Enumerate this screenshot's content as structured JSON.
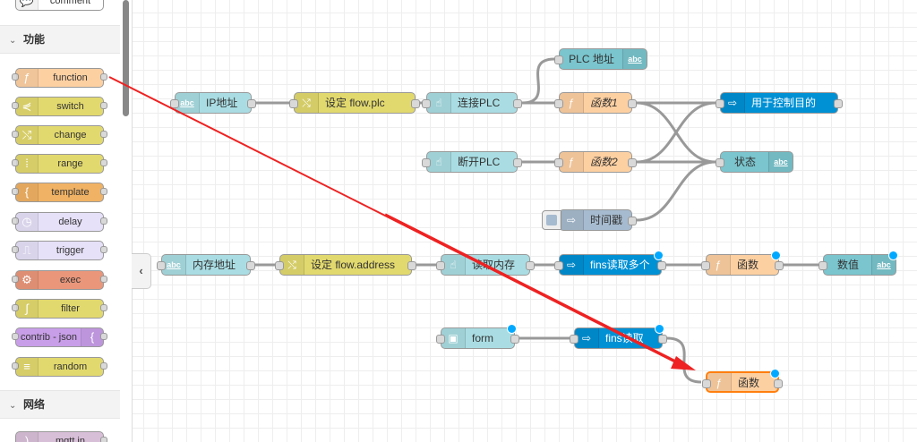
{
  "palette": {
    "top_partial_node": {
      "label": "comment",
      "color": "#ffffff"
    },
    "categories": [
      {
        "label": "功能",
        "expanded": true
      },
      {
        "label": "网络",
        "expanded": true
      }
    ],
    "nodes": [
      {
        "label": "function",
        "icon": "function-icon",
        "glyph": "ƒ",
        "color": "#fdd0a2"
      },
      {
        "label": "switch",
        "icon": "switch-icon",
        "glyph": "⋞",
        "color": "#e2d96e"
      },
      {
        "label": "change",
        "icon": "shuffle-icon",
        "glyph": "⤭",
        "color": "#e2d96e"
      },
      {
        "label": "range",
        "icon": "range-icon",
        "glyph": "⁞",
        "color": "#e2d96e"
      },
      {
        "label": "template",
        "icon": "template-icon",
        "glyph": "{",
        "color": "#f0b264"
      },
      {
        "label": "delay",
        "icon": "timer-icon",
        "glyph": "◷",
        "color": "#e6e0f8"
      },
      {
        "label": "trigger",
        "icon": "trigger-icon",
        "glyph": "⎍",
        "color": "#e6e0f8"
      },
      {
        "label": "exec",
        "icon": "gear-icon",
        "glyph": "⚙",
        "color": "#e9967a"
      },
      {
        "label": "filter",
        "icon": "filter-icon",
        "glyph": "∫",
        "color": "#e2d96e"
      },
      {
        "label": "contrib - json",
        "icon": "json-icon",
        "glyph": "{",
        "color": "#c89ee8"
      },
      {
        "label": "random",
        "icon": "random-icon",
        "glyph": "≡",
        "color": "#e2d96e"
      }
    ],
    "network_nodes": [
      {
        "label": "mqtt in",
        "icon": "mqtt-icon",
        "glyph": ")",
        "color": "#d8bfd8"
      }
    ]
  },
  "workspace": {
    "collapse_label": "‹",
    "nodes": [
      {
        "id": "n1",
        "label": "IP地址",
        "icon": "text-input-icon",
        "glyph": "abc",
        "color": "#a9dde3",
        "has_in": true,
        "has_out": true
      },
      {
        "id": "n2",
        "label": "设定 flow.plc",
        "icon": "shuffle-icon",
        "glyph": "⤭",
        "color": "#e2d96e",
        "has_in": true,
        "has_out": true
      },
      {
        "id": "n3",
        "label": "连接PLC",
        "icon": "button-icon",
        "glyph": "☝",
        "color": "#a9dde3",
        "has_in": true,
        "has_out": true
      },
      {
        "id": "n4",
        "label": "PLC 地址",
        "icon": "text-output-icon",
        "glyph": "abc",
        "color": "#7ac5ce",
        "has_in": true,
        "has_out": false
      },
      {
        "id": "n5",
        "label": "函数1",
        "icon": "function-icon",
        "glyph": "ƒ",
        "color": "#fdd0a2",
        "italic": true,
        "has_in": true,
        "has_out": true
      },
      {
        "id": "n6",
        "label": "用于控制目的",
        "icon": "fins-icon",
        "glyph": "⇨",
        "color": "#0090d4",
        "has_in": true,
        "has_out": true
      },
      {
        "id": "n7",
        "label": "断开PLC",
        "icon": "button-icon",
        "glyph": "☝",
        "color": "#a9dde3",
        "has_in": true,
        "has_out": true
      },
      {
        "id": "n8",
        "label": "函数2",
        "icon": "function-icon",
        "glyph": "ƒ",
        "color": "#fdd0a2",
        "italic": true,
        "has_in": true,
        "has_out": true
      },
      {
        "id": "n9",
        "label": "状态",
        "icon": "text-output-icon",
        "glyph": "abc",
        "color": "#7ac5ce",
        "has_in": true,
        "has_out": false
      },
      {
        "id": "n10",
        "label": "时间戳",
        "icon": "inject-icon",
        "glyph": "⇨",
        "color": "#a6bbcf",
        "has_in": false,
        "has_out": true
      },
      {
        "id": "n11",
        "label": "内存地址",
        "icon": "text-input-icon",
        "glyph": "abc",
        "color": "#a9dde3",
        "has_in": true,
        "has_out": true
      },
      {
        "id": "n12",
        "label": "设定 flow.address",
        "icon": "shuffle-icon",
        "glyph": "⤭",
        "color": "#e2d96e",
        "has_in": true,
        "has_out": true
      },
      {
        "id": "n13",
        "label": "读取内存",
        "icon": "button-icon",
        "glyph": "☝",
        "color": "#a9dde3",
        "has_in": true,
        "has_out": true
      },
      {
        "id": "n14",
        "label": "fins读取多个",
        "icon": "fins-icon",
        "glyph": "⇨",
        "color": "#0090d4",
        "has_in": true,
        "has_out": true,
        "changed": true
      },
      {
        "id": "n15",
        "label": "函数",
        "icon": "function-icon",
        "glyph": "ƒ",
        "color": "#fdd0a2",
        "has_in": true,
        "has_out": true,
        "changed": true
      },
      {
        "id": "n16",
        "label": "数值",
        "icon": "text-output-icon",
        "glyph": "abc",
        "color": "#7ac5ce",
        "has_in": true,
        "has_out": false,
        "changed": true
      },
      {
        "id": "n17",
        "label": "form",
        "icon": "form-icon",
        "glyph": "▣",
        "color": "#a9dde3",
        "has_in": true,
        "has_out": true,
        "changed": true
      },
      {
        "id": "n18",
        "label": "fins读取",
        "icon": "fins-icon",
        "glyph": "⇨",
        "color": "#0090d4",
        "has_in": true,
        "has_out": true,
        "changed": true
      },
      {
        "id": "n19",
        "label": "函数",
        "icon": "function-icon",
        "glyph": "ƒ",
        "color": "#fdd0a2",
        "has_in": true,
        "has_out": true,
        "changed": true,
        "selected": true
      }
    ],
    "wires": [
      [
        "n1",
        "n2"
      ],
      [
        "n2",
        "n3"
      ],
      [
        "n3",
        "n4"
      ],
      [
        "n3",
        "n5"
      ],
      [
        "n5",
        "n6"
      ],
      [
        "n5",
        "n9"
      ],
      [
        "n7",
        "n8"
      ],
      [
        "n8",
        "n6"
      ],
      [
        "n8",
        "n9"
      ],
      [
        "n10",
        "n9"
      ],
      [
        "n11",
        "n12"
      ],
      [
        "n12",
        "n13"
      ],
      [
        "n13",
        "n14"
      ],
      [
        "n14",
        "n15"
      ],
      [
        "n15",
        "n16"
      ],
      [
        "n17",
        "n18"
      ],
      [
        "n18",
        "n19"
      ]
    ]
  },
  "annotation": {
    "type": "arrow",
    "color": "#ee2222",
    "from_node": "palette-function",
    "to_node": "n19"
  }
}
